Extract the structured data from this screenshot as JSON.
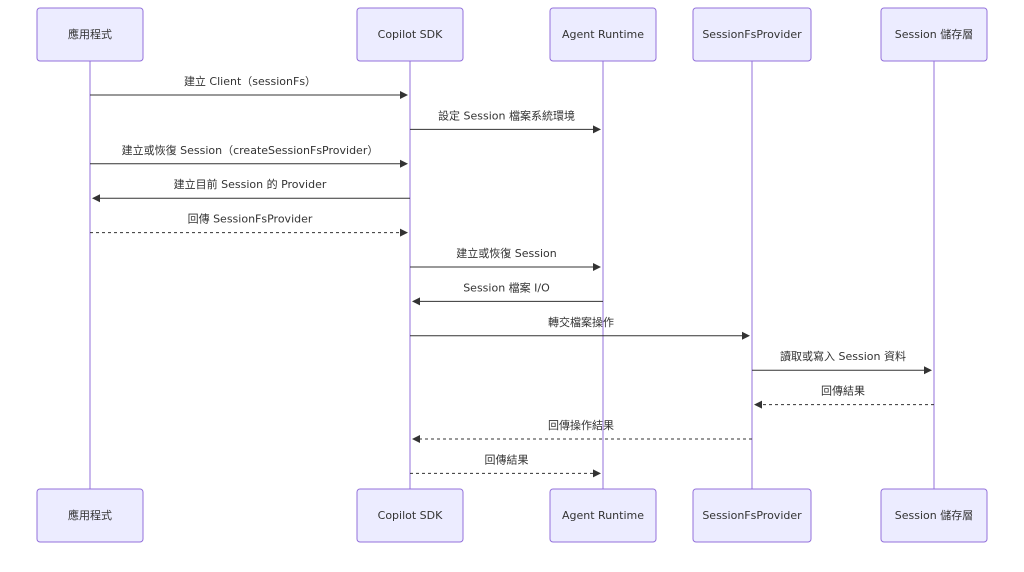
{
  "participants": [
    {
      "id": "app",
      "label": "應用程式"
    },
    {
      "id": "sdk",
      "label": "Copilot SDK"
    },
    {
      "id": "runtime",
      "label": "Agent Runtime"
    },
    {
      "id": "provider",
      "label": "SessionFsProvider"
    },
    {
      "id": "storage",
      "label": "Session 儲存層"
    }
  ],
  "messages": [
    {
      "from": "app",
      "to": "sdk",
      "text": "建立 Client（sessionFs）",
      "style": "solid"
    },
    {
      "from": "sdk",
      "to": "runtime",
      "text": "設定 Session 檔案系統環境",
      "style": "solid"
    },
    {
      "from": "app",
      "to": "sdk",
      "text": "建立或恢復 Session（createSessionFsProvider）",
      "style": "solid"
    },
    {
      "from": "sdk",
      "to": "app",
      "text": "建立目前 Session 的 Provider",
      "style": "solid"
    },
    {
      "from": "app",
      "to": "sdk",
      "text": "回傳 SessionFsProvider",
      "style": "dashed"
    },
    {
      "from": "sdk",
      "to": "runtime",
      "text": "建立或恢復 Session",
      "style": "solid"
    },
    {
      "from": "runtime",
      "to": "sdk",
      "text": "Session 檔案 I/O",
      "style": "solid"
    },
    {
      "from": "sdk",
      "to": "provider",
      "text": "轉交檔案操作",
      "style": "solid"
    },
    {
      "from": "provider",
      "to": "storage",
      "text": "讀取或寫入 Session 資料",
      "style": "solid"
    },
    {
      "from": "storage",
      "to": "provider",
      "text": "回傳結果",
      "style": "dashed"
    },
    {
      "from": "provider",
      "to": "sdk",
      "text": "回傳操作結果",
      "style": "dashed"
    },
    {
      "from": "sdk",
      "to": "runtime",
      "text": "回傳結果",
      "style": "dashed"
    }
  ]
}
